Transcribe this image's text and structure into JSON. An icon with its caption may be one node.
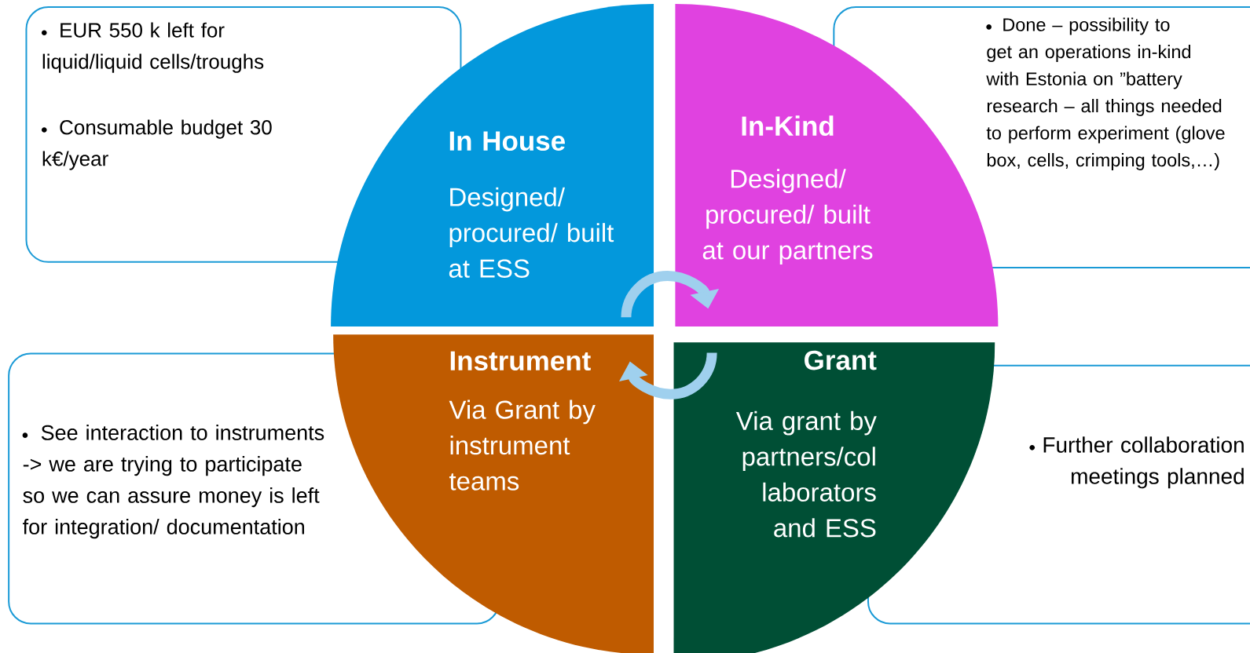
{
  "diagram": {
    "nodes": [
      {
        "text": [
          "EUR 550 k left for liquid/liquid cells/troughs",
          "Consumable budget 30 k€/year"
        ]
      },
      {
        "text": [
          "In House",
          "Designed/ procured/ built at ESS"
        ]
      },
      {
        "text": [
          "In-Kind",
          "Designed/ procured/ built at our partners"
        ]
      },
      {
        "text": [
          "Done – possibility to get an operations in-kind with Estonia on ”battery research – all things needed to perform experiment (glove box, cells, crimping tools,…)"
        ]
      },
      {
        "text": [
          "See interaction to instruments -> we are trying to participate so we can assure money is left for integration/ documentation"
        ]
      },
      {
        "text": [
          "Instrument",
          "Via Grant by instrument teams"
        ]
      },
      {
        "text": [
          "Grant",
          "Via grant by partners/col laborators and ESS"
        ]
      },
      {
        "text": [
          "Further collaboration meetings planned"
        ]
      }
    ],
    "edges": [
      {
        "from": 1,
        "to": 2,
        "arrow": "to"
      },
      {
        "from": 6,
        "to": 5,
        "arrow": "to"
      }
    ]
  }
}
